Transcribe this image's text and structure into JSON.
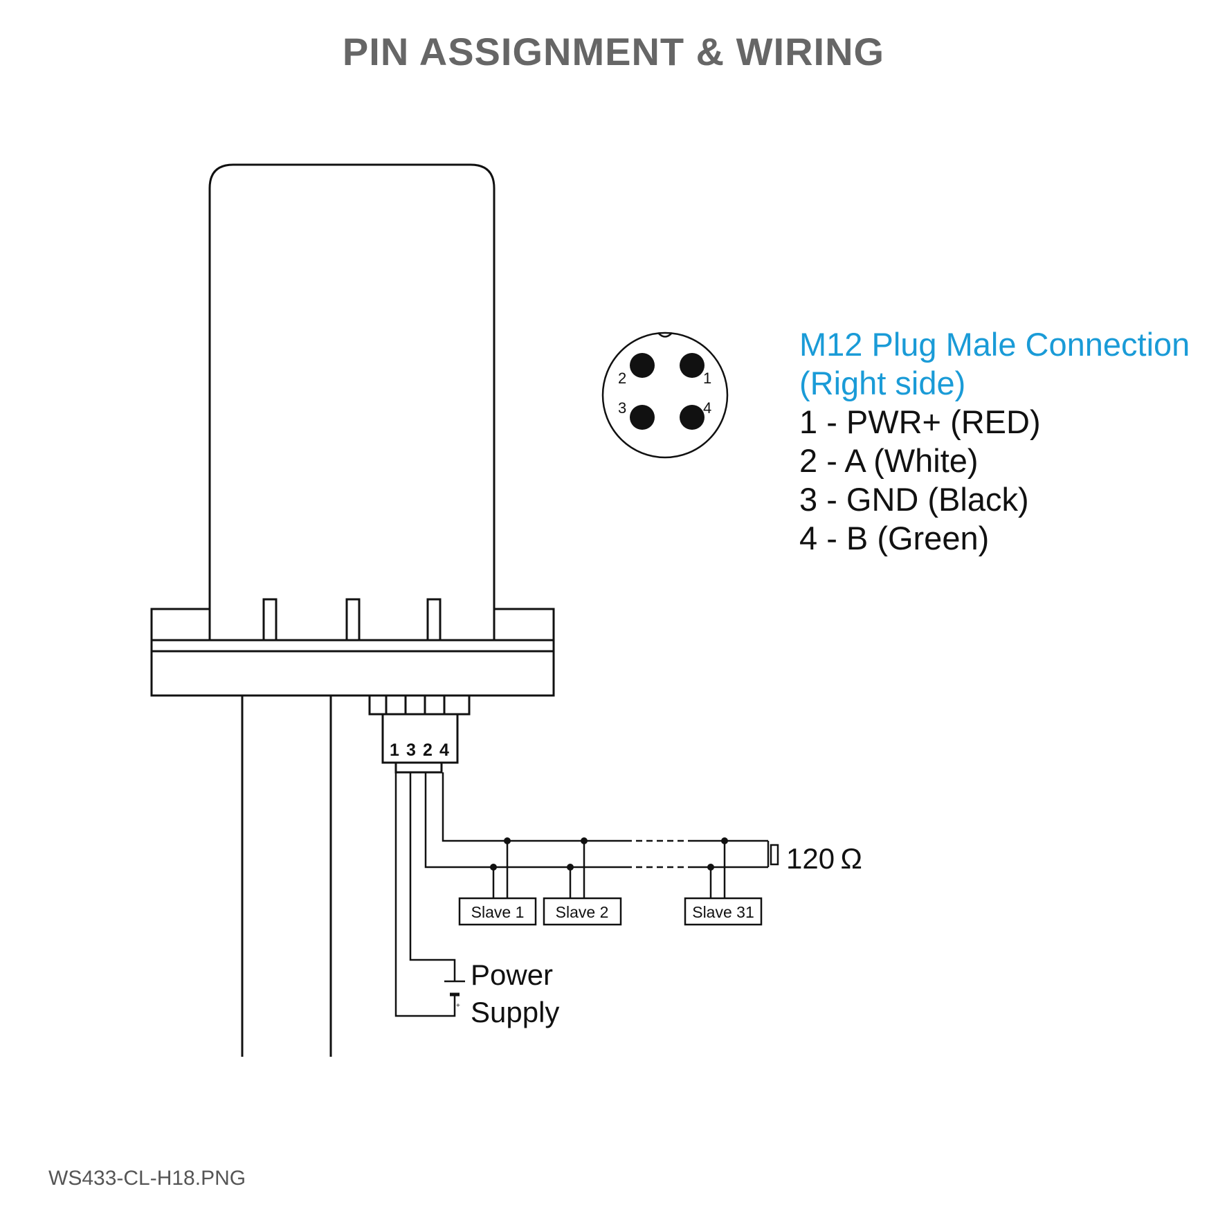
{
  "title": "PIN ASSIGNMENT & WIRING",
  "colors": {
    "title": "#666666",
    "accent": "#1a9bd7",
    "line": "#111111"
  },
  "connector": {
    "pins": [
      {
        "num": "1",
        "pos": "top-right"
      },
      {
        "num": "2",
        "pos": "top-left"
      },
      {
        "num": "3",
        "pos": "bottom-left"
      },
      {
        "num": "4",
        "pos": "bottom-right"
      }
    ]
  },
  "legend": {
    "heading_line1": "M12 Plug Male Connection",
    "heading_line2": "(Right side)",
    "items": [
      "1 - PWR+ (RED)",
      "2 - A (White)",
      "3 - GND (Black)",
      "4 - B (Green)"
    ]
  },
  "terminals": [
    "1",
    "3",
    "2",
    "4"
  ],
  "slaves": [
    "Slave 1",
    "Slave 2",
    "Slave 31"
  ],
  "resistor_label": "120 Ω",
  "power_supply": {
    "line1": "Power",
    "line2": "Supply"
  },
  "caption": "WS433-CL-H18.PNG"
}
